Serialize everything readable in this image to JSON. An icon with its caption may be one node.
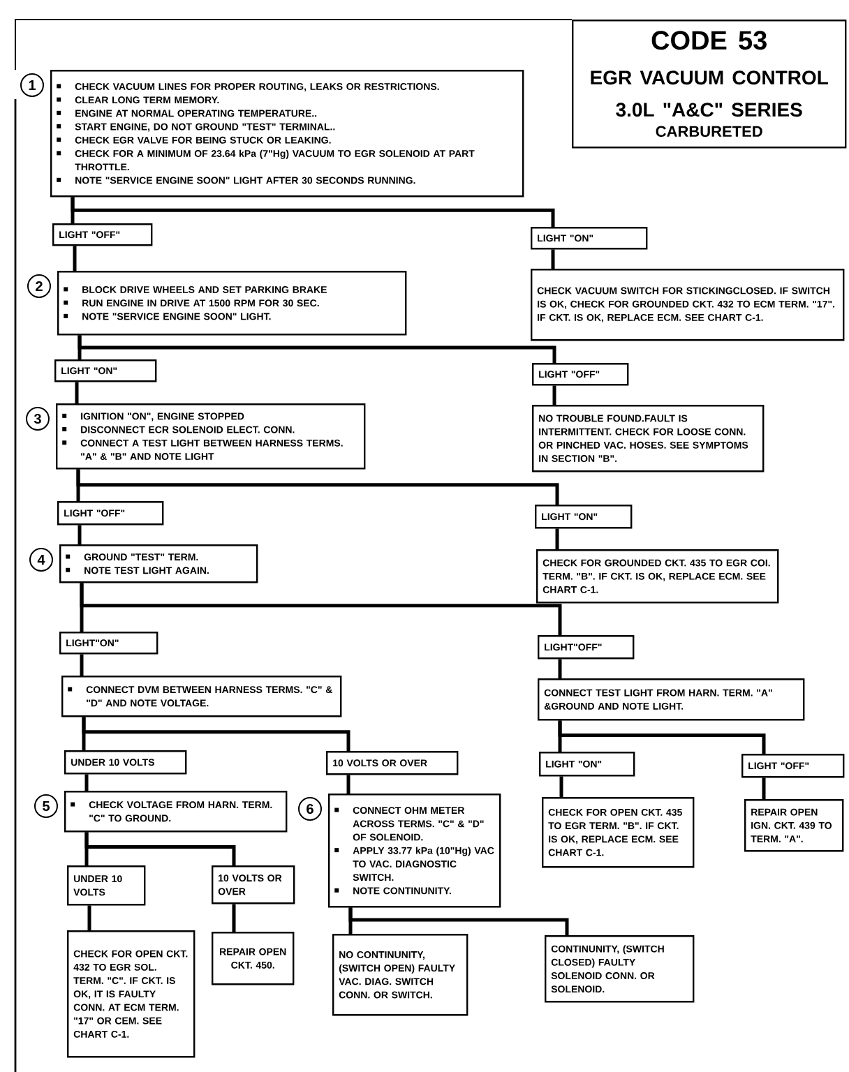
{
  "diagram": {
    "nodes": [
      {
        "text": [
          "CODE 53",
          "EGR VACUUM CONTROL",
          "3.0L \"A&C\" SERIES",
          "CARBURETED"
        ]
      },
      {
        "text": [
          "CHECK VACUUM LINES FOR PROPER ROUTING, LEAKS OR RESTRICTIONS.",
          "CLEAR LONG TERM MEMORY.",
          "ENGINE AT NORMAL OPERATING TEMPERATURE..",
          "START ENGINE, DO NOT GROUND \"TEST\" TERMINAL..",
          "CHECK EGR VALVE FOR BEING STUCK OR LEAKING.",
          "CHECK FOR A MINIMUM OF 23.64 kPa (7\"Hg) VACUUM TO EGR SOLENOID AT PART THROTTLE.",
          "NOTE \"SERVICE ENGINE SOON\" LIGHT AFTER 30 SECONDS RUNNING."
        ],
        "beside": [
          "1"
        ]
      },
      {
        "text": [
          "LIGHT \"OFF\""
        ]
      },
      {
        "text": [
          "LIGHT \"ON\""
        ]
      },
      {
        "text": [
          "BLOCK DRIVE WHEELS AND SET PARKING BRAKE",
          "RUN ENGINE IN DRIVE AT 1500 RPM FOR 30 SEC.",
          "NOTE \"SERVICE ENGINE SOON\" LIGHT."
        ],
        "beside": [
          "2"
        ]
      },
      {
        "text": [
          "CHECK VACUUM SWITCH FOR STICKINGCLOSED. IF SWITCH IS OK, CHECK FOR GROUNDED CKT. 432 TO ECM TERM. \"17\". IF CKT. IS OK, REPLACE ECM. SEE CHART C-1."
        ]
      },
      {
        "text": [
          "LIGHT \"ON\""
        ]
      },
      {
        "text": [
          "LIGHT \"OFF\""
        ]
      },
      {
        "text": [
          "IGNITION \"ON\", ENGINE STOPPED",
          "DISCONNECT ECR SOLENOID ELECT. CONN.",
          "CONNECT A TEST LIGHT BETWEEN HARNESS TERMS. \"A\" & \"B\" AND NOTE LIGHT"
        ],
        "beside": [
          "3"
        ]
      },
      {
        "text": [
          "NO TROUBLE FOUND.FAULT IS INTERMITTENT. CHECK FOR LOOSE CONN. OR PINCHED VAC. HOSES. SEE SYMPTOMS IN SECTION \"B\"."
        ]
      },
      {
        "text": [
          "LIGHT \"OFF\""
        ]
      },
      {
        "text": [
          "LIGHT \"ON\""
        ]
      },
      {
        "text": [
          "GROUND \"TEST\" TERM.",
          "NOTE TEST LIGHT AGAIN."
        ],
        "beside": [
          "4"
        ]
      },
      {
        "text": [
          "CHECK FOR GROUNDED CKT. 435 TO EGR COI. TERM. \"B\". IF CKT. IS OK, REPLACE ECM. SEE CHART C-1."
        ]
      },
      {
        "text": [
          "LIGHT\"ON\""
        ]
      },
      {
        "text": [
          "LIGHT\"OFF\""
        ]
      },
      {
        "text": [
          "CONNECT DVM BETWEEN HARNESS TERMS. \"C\" & \"D\" AND NOTE VOLTAGE."
        ]
      },
      {
        "text": [
          "CONNECT TEST LIGHT FROM HARN. TERM. \"A\" &GROUND AND NOTE LIGHT."
        ]
      },
      {
        "text": [
          "UNDER 10 VOLTS"
        ]
      },
      {
        "text": [
          "10 VOLTS OR OVER"
        ]
      },
      {
        "text": [
          "LIGHT \"ON\""
        ]
      },
      {
        "text": [
          "LIGHT \"OFF\""
        ]
      },
      {
        "text": [
          "CHECK VOLTAGE FROM HARN. TERM. \"C\" TO GROUND."
        ],
        "beside": [
          "5"
        ]
      },
      {
        "text": [
          "CONNECT OHM METER ACROSS TERMS. \"C\" & \"D\" OF SOLENOID.",
          "APPLY 33.77 kPa (10\"Hg) VAC TO VAC. DIAGNOSTIC SWITCH.",
          "NOTE CONTINUNITY."
        ],
        "beside": [
          "6"
        ]
      },
      {
        "text": [
          "CHECK FOR OPEN CKT. 435 TO EGR TERM. \"B\". IF CKT. IS OK, REPLACE ECM. SEE CHART C-1."
        ]
      },
      {
        "text": [
          "REPAIR OPEN IGN. CKT. 439 TO TERM. \"A\"."
        ]
      },
      {
        "text": [
          "UNDER 10 VOLTS"
        ]
      },
      {
        "text": [
          "10 VOLTS OR OVER"
        ]
      },
      {
        "text": [
          "CHECK FOR OPEN CKT. 432 TO EGR SOL. TERM. \"C\". IF CKT. IS OK, IT IS FAULTY CONN. AT ECM TERM. \"17\" OR CEM. SEE CHART C-1."
        ]
      },
      {
        "text": [
          "REPAIR OPEN CKT. 450."
        ]
      },
      {
        "text": [
          "NO CONTINUNITY, (SWITCH OPEN) FAULTY VAC. DIAG. SWITCH CONN. OR SWITCH."
        ]
      },
      {
        "text": [
          "CONTINUNITY, (SWITCH CLOSED) FAULTY SOLENOID CONN. OR SOLENOID."
        ]
      }
    ],
    "edges": [
      {
        "from": 1,
        "to": 2,
        "arrow": "none"
      },
      {
        "from": 1,
        "to": 3,
        "arrow": "none"
      },
      {
        "from": 2,
        "to": 4,
        "arrow": "none"
      },
      {
        "from": 3,
        "to": 5,
        "arrow": "none"
      },
      {
        "from": 4,
        "to": 6,
        "arrow": "none"
      },
      {
        "from": 4,
        "to": 7,
        "arrow": "none"
      },
      {
        "from": 6,
        "to": 8,
        "arrow": "none"
      },
      {
        "from": 7,
        "to": 9,
        "arrow": "none"
      },
      {
        "from": 8,
        "to": 10,
        "arrow": "none"
      },
      {
        "from": 8,
        "to": 11,
        "arrow": "none"
      },
      {
        "from": 10,
        "to": 12,
        "arrow": "none"
      },
      {
        "from": 11,
        "to": 13,
        "arrow": "none"
      },
      {
        "from": 12,
        "to": 14,
        "arrow": "none"
      },
      {
        "from": 12,
        "to": 15,
        "arrow": "none"
      },
      {
        "from": 14,
        "to": 16,
        "arrow": "none"
      },
      {
        "from": 15,
        "to": 17,
        "arrow": "none"
      },
      {
        "from": 16,
        "to": 18,
        "arrow": "none"
      },
      {
        "from": 16,
        "to": 19,
        "arrow": "none"
      },
      {
        "from": 17,
        "to": 20,
        "arrow": "none"
      },
      {
        "from": 17,
        "to": 21,
        "arrow": "none"
      },
      {
        "from": 18,
        "to": 22,
        "arrow": "none"
      },
      {
        "from": 19,
        "to": 23,
        "arrow": "none"
      },
      {
        "from": 20,
        "to": 24,
        "arrow": "none"
      },
      {
        "from": 21,
        "to": 25,
        "arrow": "none"
      },
      {
        "from": 22,
        "to": 26,
        "arrow": "none"
      },
      {
        "from": 22,
        "to": 27,
        "arrow": "none"
      },
      {
        "from": 23,
        "to": 30,
        "arrow": "none"
      },
      {
        "from": 23,
        "to": 31,
        "arrow": "none"
      },
      {
        "from": 26,
        "to": 28,
        "arrow": "none"
      },
      {
        "from": 27,
        "to": 29,
        "arrow": "none"
      }
    ]
  }
}
